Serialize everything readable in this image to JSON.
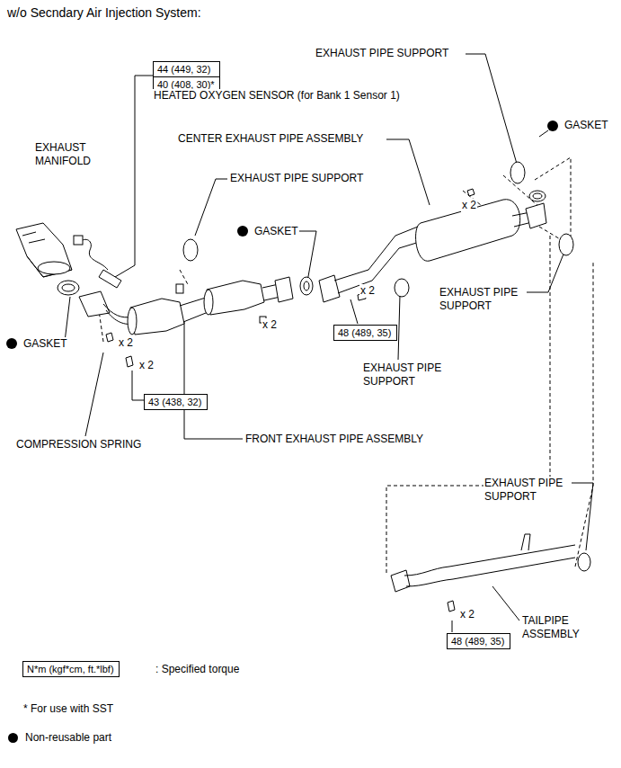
{
  "diagram": {
    "title": "w/o Secndary Air Injection System:",
    "nodes": [
      {
        "text": [
          "44 (449, 32)",
          "40 (408, 30)*"
        ]
      },
      {
        "text": [
          "48 (489, 35)"
        ]
      },
      {
        "text": [
          "43 (438, 32)"
        ]
      },
      {
        "text": [
          "48 (489, 35)"
        ]
      },
      {
        "text": [
          "N*m (kgf*cm, ft.*lbf)"
        ]
      }
    ],
    "labels": [
      "EXHAUST PIPE SUPPORT",
      "GASKET",
      "HEATED OXYGEN SENSOR (for Bank 1 Sensor 1)",
      "CENTER EXHAUST PIPE ASSEMBLY",
      "EXHAUST MANIFOLD",
      "EXHAUST PIPE SUPPORT",
      "GASKET",
      "x 2",
      "x 2",
      "EXHAUST PIPE SUPPORT",
      "x 2",
      "GASKET",
      "x 2",
      "x 2",
      "EXHAUST PIPE SUPPORT",
      "FRONT EXHAUST PIPE ASSEMBLY",
      "COMPRESSION SPRING",
      "EXHAUST PIPE SUPPORT",
      "x 2",
      "TAILPIPE ASSEMBLY",
      ": Specified torque",
      "* For use with SST"
    ],
    "legend": [
      {
        "text": "Non-reusable part",
        "color": "#000000"
      }
    ]
  }
}
